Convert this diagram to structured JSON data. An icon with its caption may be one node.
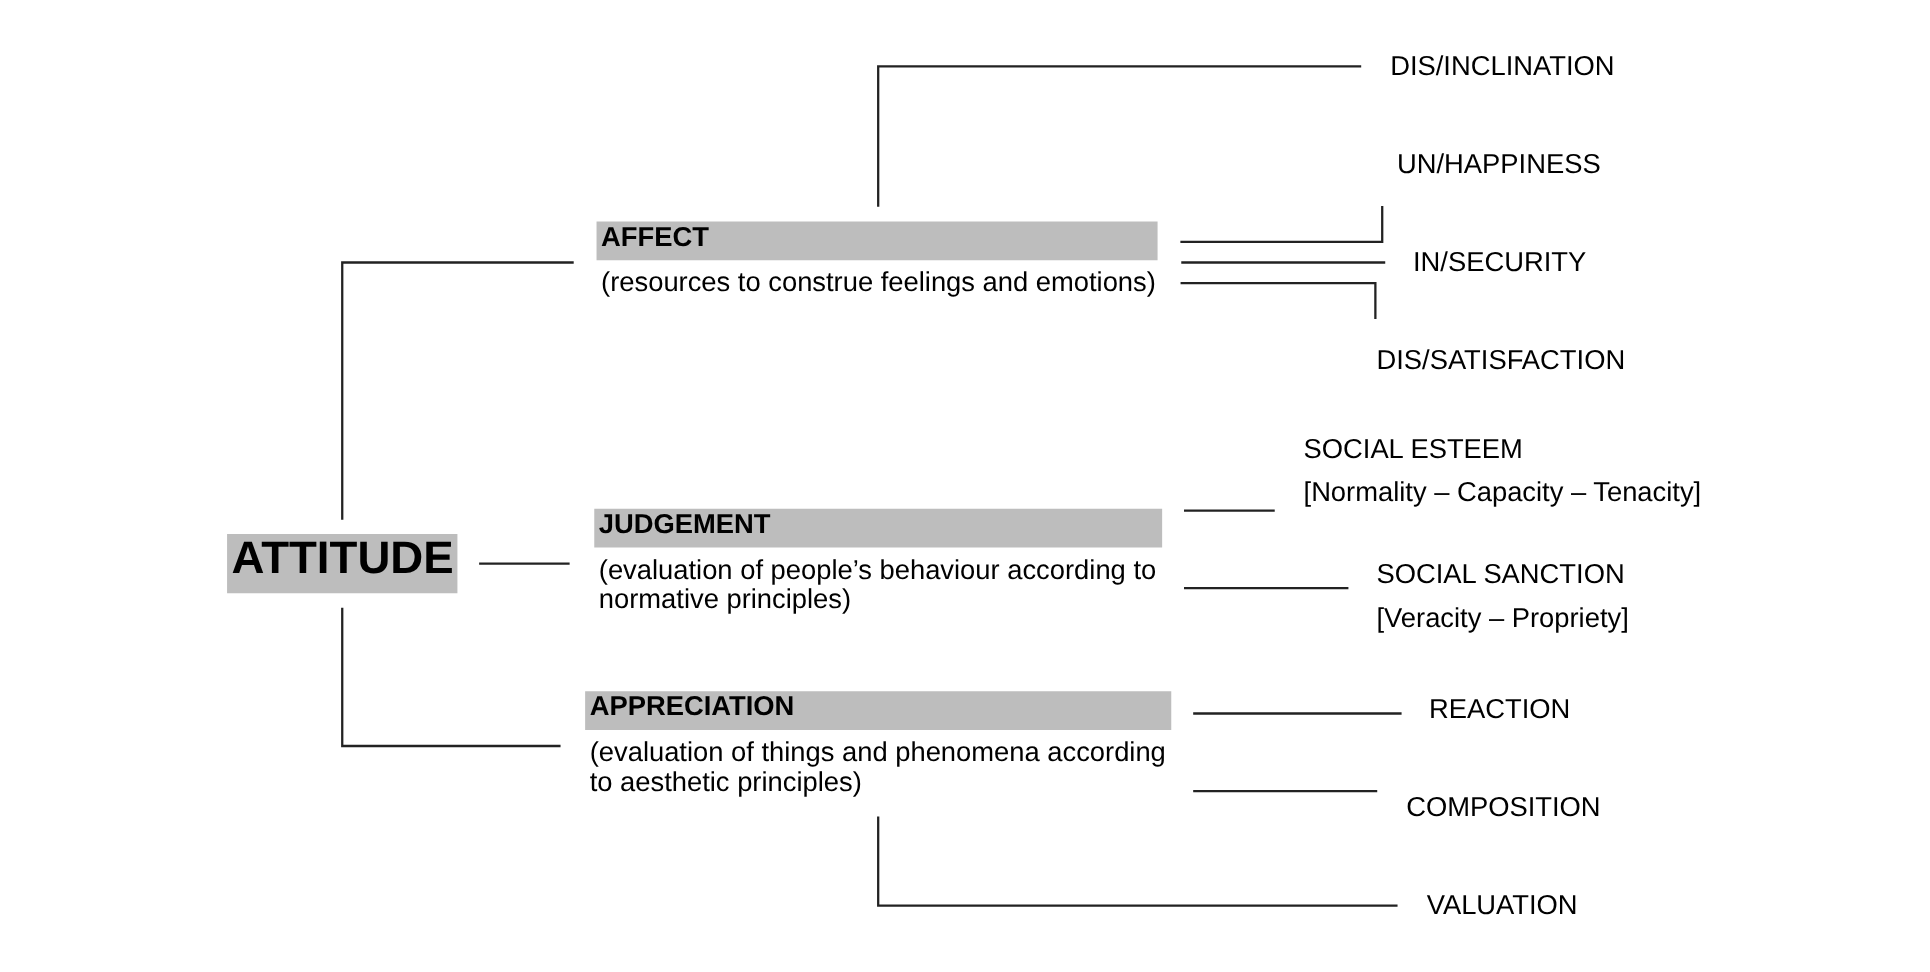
{
  "diagram": {
    "nodes": [
      {
        "text": [
          "ATTITUDE"
        ]
      },
      {
        "text": [
          "AFFECT",
          "(resources to construe feelings and emotions)"
        ]
      },
      {
        "text": [
          "JUDGEMENT",
          "(evaluation of people’s behaviour according to normative principles)"
        ]
      },
      {
        "text": [
          "APPRECIATION",
          "(evaluation of things and phenomena according to aesthetic principles)"
        ]
      },
      {
        "text": [
          "DIS/INCLINATION"
        ]
      },
      {
        "text": [
          "UN/HAPPINESS"
        ]
      },
      {
        "text": [
          "IN/SECURITY"
        ]
      },
      {
        "text": [
          "DIS/SATISFACTION"
        ]
      },
      {
        "text": [
          "SOCIAL ESTEEM",
          "[Normality – Capacity – Tenacity]"
        ]
      },
      {
        "text": [
          "SOCIAL SANCTION",
          "[Veracity – Propriety]"
        ]
      },
      {
        "text": [
          "REACTION"
        ]
      },
      {
        "text": [
          "COMPOSITION"
        ]
      },
      {
        "text": [
          "VALUATION"
        ]
      }
    ],
    "edges": [
      {
        "from": 0,
        "to": 1,
        "arrow": "none"
      },
      {
        "from": 0,
        "to": 2,
        "arrow": "none"
      },
      {
        "from": 0,
        "to": 3,
        "arrow": "none"
      },
      {
        "from": 1,
        "to": 4,
        "arrow": "none"
      },
      {
        "from": 1,
        "to": 5,
        "arrow": "none"
      },
      {
        "from": 1,
        "to": 6,
        "arrow": "none"
      },
      {
        "from": 1,
        "to": 7,
        "arrow": "none"
      },
      {
        "from": 2,
        "to": 8,
        "arrow": "none"
      },
      {
        "from": 2,
        "to": 9,
        "arrow": "none"
      },
      {
        "from": 3,
        "to": 10,
        "arrow": "none"
      },
      {
        "from": 3,
        "to": 11,
        "arrow": "none"
      },
      {
        "from": 3,
        "to": 12,
        "arrow": "none"
      }
    ]
  }
}
